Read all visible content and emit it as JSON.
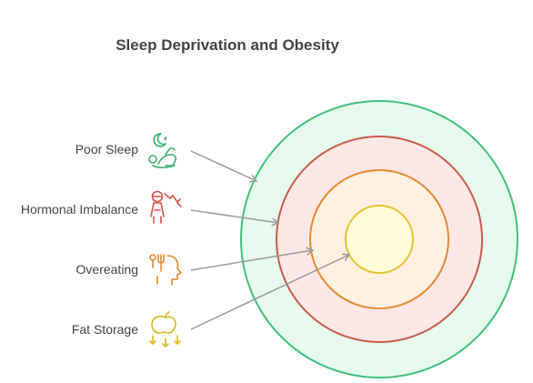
{
  "title": "Sleep Deprivation and Obesity",
  "layers": [
    {
      "label": "Poor Sleep",
      "icon": "sleeping-person-moon-icon",
      "ring_fill": "#e6fbee",
      "ring_stroke": "#3ec27a",
      "icon_color": "#3cb371"
    },
    {
      "label": "Hormonal Imbalance",
      "icon": "stressed-person-icon",
      "ring_fill": "#fde8e6",
      "ring_stroke": "#c85a4a",
      "icon_color": "#d9534f"
    },
    {
      "label": "Overeating",
      "icon": "head-with-utensils-icon",
      "ring_fill": "#fff0e0",
      "ring_stroke": "#e8892f",
      "icon_color": "#e8892f"
    },
    {
      "label": "Fat Storage",
      "icon": "apple-down-arrows-icon",
      "ring_fill": "#fffbd6",
      "ring_stroke": "#e2c42a",
      "icon_color": "#d9b81f"
    }
  ],
  "arrow_color": "#9a9a9a"
}
